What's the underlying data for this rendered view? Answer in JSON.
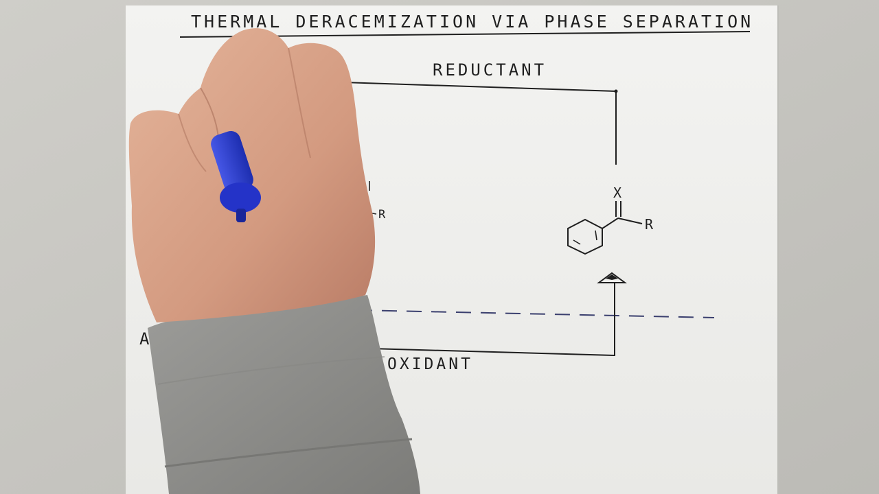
{
  "whiteboard": {
    "title": "THERMAL DERACEMIZATION VIA PHASE SEPARATION",
    "labels": {
      "top_line": "REDUCTANT",
      "bottom_line": "OXIDANT",
      "substituent_x": "X",
      "substituent_r": "R",
      "partial_r_left": "R",
      "partial_a_left": "A"
    }
  },
  "colors": {
    "board": "#f1f1ee",
    "background_wall": "#c9c8c3",
    "ink": "#1f1f1f",
    "dashed_line": "#3a3f6e",
    "marker_blue": "#2b3fd6",
    "sleeve_gray": "#8e8e8b",
    "skin": "#d9a48a"
  },
  "objects": [
    "hand-icon",
    "blue-marker-icon",
    "gray-sleeve-icon",
    "benzene-ring-icon",
    "heat-triangle-icon"
  ]
}
